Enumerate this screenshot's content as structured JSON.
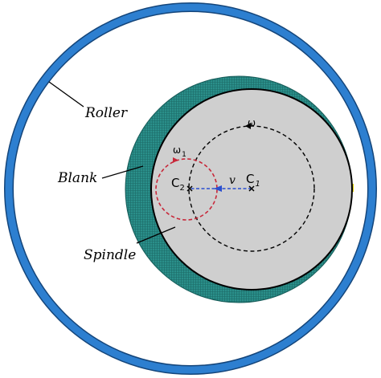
{
  "labels": {
    "roller": "Roller",
    "blank": "Blank",
    "spindle": "Spindle",
    "omega": "ω",
    "omega1_main": "ω",
    "omega1_sub": "1",
    "v": "v",
    "c1_main": "C",
    "c1_sub": "1",
    "c2_main": "C",
    "c2_sub": "2"
  },
  "colors": {
    "roller": "#2d7fd0",
    "roller_edge": "#14457a",
    "blank_mesh": "#2a8f8a",
    "spindle_fill": "#cfcfcf",
    "path_red": "#c8283a",
    "path_black": "#000000",
    "velocity_blue": "#2a4fd0"
  }
}
